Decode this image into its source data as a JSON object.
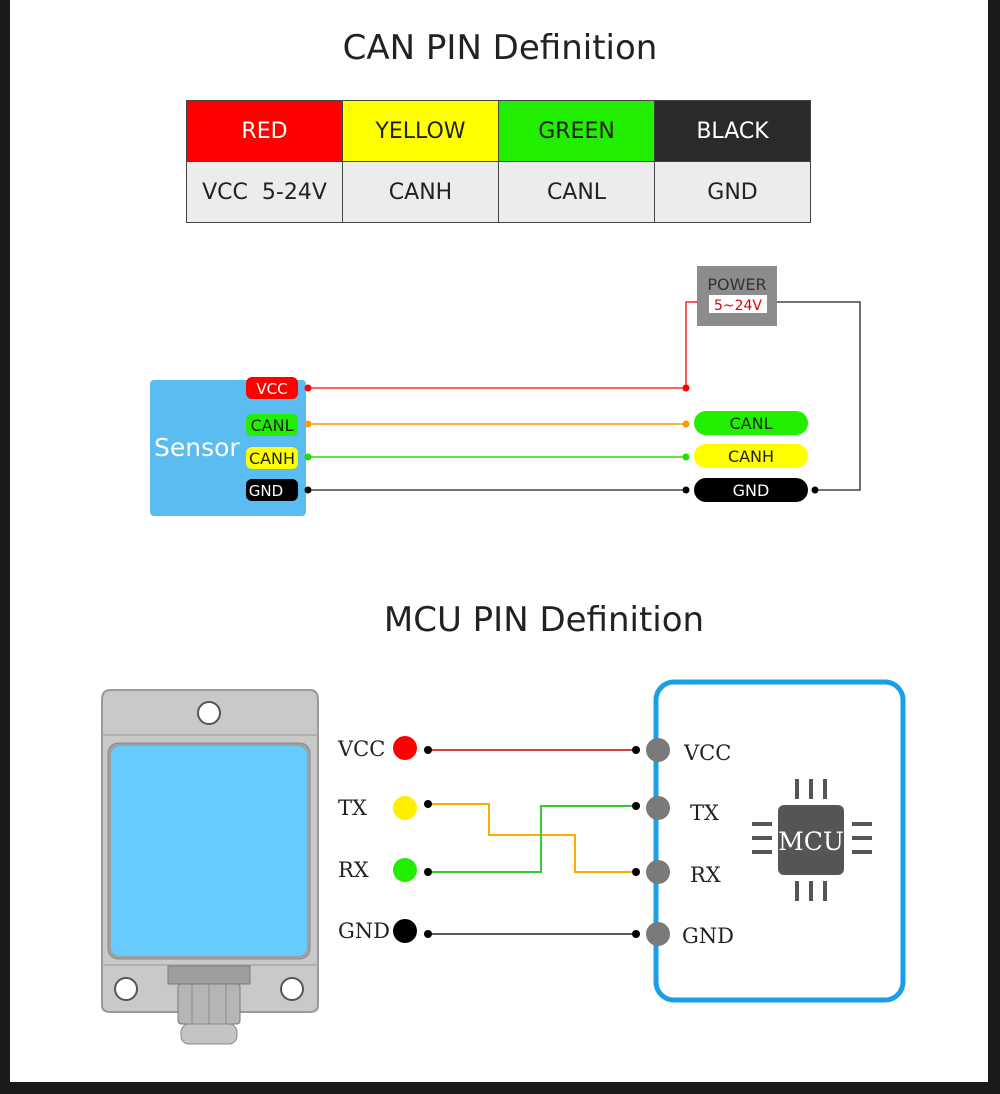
{
  "can_section": {
    "title": "CAN PIN Definition",
    "table": {
      "colors": [
        {
          "label": "RED",
          "bg": "#ff0000",
          "fg": "#ffffff"
        },
        {
          "label": "YELLOW",
          "bg": "#ffff00",
          "fg": "#222222"
        },
        {
          "label": "GREEN",
          "bg": "#22ee00",
          "fg": "#222222"
        },
        {
          "label": "BLACK",
          "bg": "#2a2a2a",
          "fg": "#ffffff"
        }
      ],
      "functions": [
        "VCC  5-24V",
        "CANH",
        "CANL",
        "GND"
      ]
    },
    "wiring": {
      "sensor_label": "Sensor",
      "sensor_pins": [
        "VCC",
        "CANL",
        "CANH",
        "GND"
      ],
      "power_label": "POWER",
      "power_voltage": "5~24V",
      "bus_pins": [
        "CANL",
        "CANH",
        "GND"
      ]
    }
  },
  "mcu_section": {
    "title": "MCU PIN Definition",
    "module_pins": [
      "VCC",
      "TX",
      "RX",
      "GND"
    ],
    "mcu_pins": [
      "VCC",
      "TX",
      "RX",
      "GND"
    ],
    "mcu_label": "MCU"
  },
  "colors": {
    "red": "#ff0000",
    "yellow": "#ffff00",
    "green": "#22ee00",
    "black": "#000000",
    "orange": "#ff9900",
    "sensor_blue": "#5bbcf2",
    "mcu_border": "#1a9ee8",
    "module_screen": "#66ccff"
  }
}
